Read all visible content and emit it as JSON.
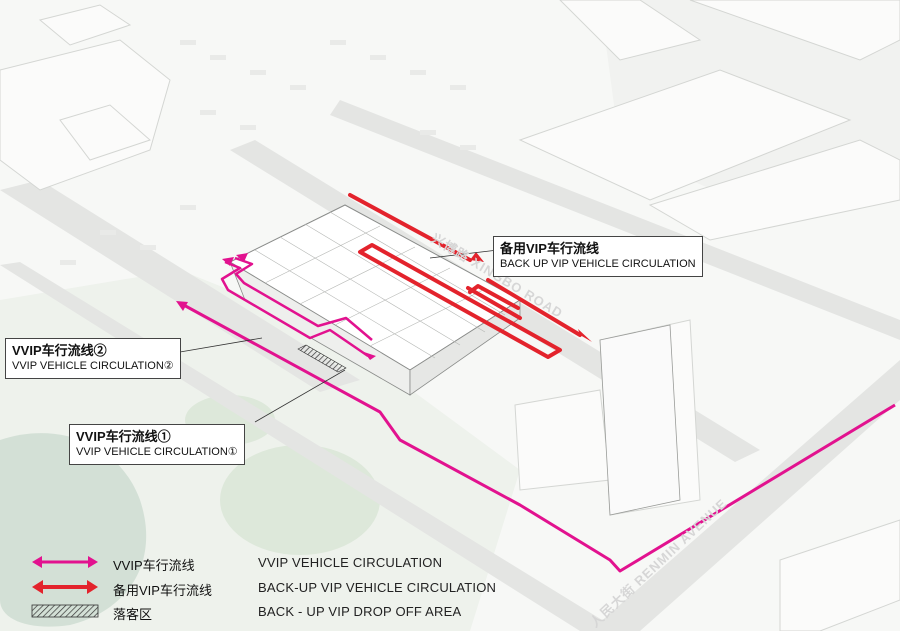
{
  "callouts": {
    "backup_vip": {
      "zh": "备用VIP车行流线",
      "en": "BACK UP VIP VEHICLE CIRCULATION"
    },
    "vvip2": {
      "zh": "VVIP车行流线②",
      "en": "VVIP VEHICLE CIRCULATION②"
    },
    "vvip1": {
      "zh": "VVIP车行流线①",
      "en": "VVIP VEHICLE CIRCULATION①"
    }
  },
  "roads": {
    "xingbo": "兴博路 XINGBO ROAD",
    "renmin": "人民大街 RENMIN AVENUE"
  },
  "legend": {
    "vvip": {
      "zh": "VVIP车行流线",
      "en": "VVIP VEHICLE CIRCULATION",
      "color": "#e2128f"
    },
    "backup": {
      "zh": "备用VIP车行流线",
      "en": "BACK-UP VIP VEHICLE CIRCULATION",
      "color": "#e3232c"
    },
    "dropoff": {
      "zh": "落客区",
      "en": "BACK - UP VIP DROP OFF AREA"
    }
  },
  "colors": {
    "vvip_route": "#e2128f",
    "backup_route": "#e3232c",
    "background": "#f7f8f6",
    "road": "#e6e7e5",
    "green": "#dfe8db"
  }
}
